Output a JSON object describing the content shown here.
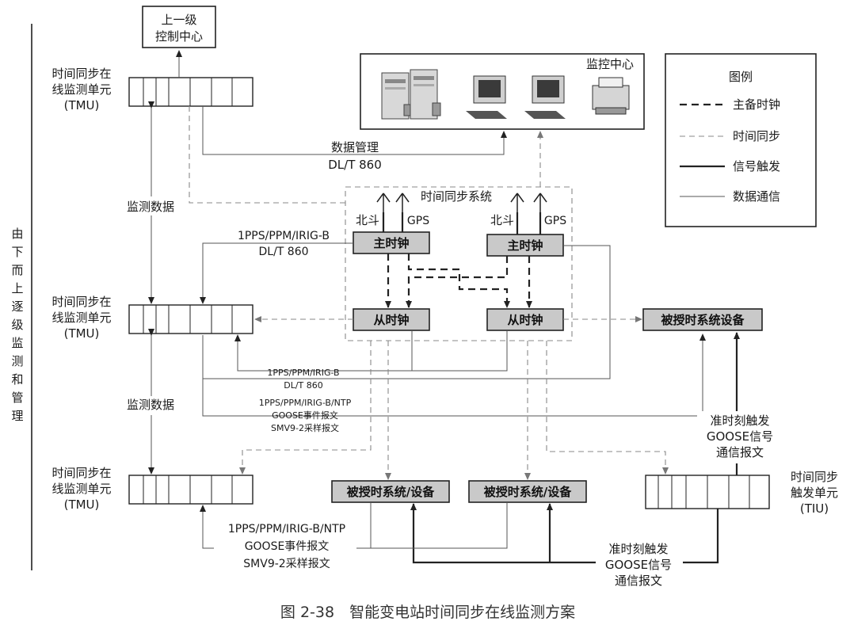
{
  "title_side": "由下而上逐级监测和管理",
  "upper_center": "上一级控制中心",
  "monitor_center": "监控中心",
  "tmu_label_line1": "时间同步在",
  "tmu_label_line2": "线监测单元",
  "tmu_label_line3": "(TMU)",
  "tiu_label_line1": "时间同步",
  "tiu_label_line2": "触发单元",
  "tiu_label_line3": "(TIU)",
  "sync_system": "时间同步系统",
  "beidou": "北斗",
  "gps": "GPS",
  "master_clock": "主时钟",
  "slave_clock": "从时钟",
  "timed_device_top": "被授时系统设备",
  "timed_device": "被授时系统/设备",
  "monitor_data": "监测数据",
  "data_mgmt_line1": "数据管理",
  "data_mgmt_line2": "DL/T 860",
  "pps_line1": "1PPS/PPM/IRIG-B",
  "pps_line2": "DL/T 860",
  "mid_pps_line1": "1PPS/PPM/IRIG-B",
  "mid_pps_line2": "DL/T 860",
  "mid_ntp_line1": "1PPS/PPM/IRIG-B/NTP",
  "mid_ntp_line2": "GOOSE事件报文",
  "mid_ntp_line3": "SMV9-2采样报文",
  "bottom_ntp_line1": "1PPS/PPM/IRIG-B/NTP",
  "bottom_ntp_line2": "GOOSE事件报文",
  "bottom_ntp_line3": "SMV9-2采样报文",
  "trigger_line1": "准时刻触发",
  "trigger_line2": "GOOSE信号",
  "trigger_line3": "通信报文",
  "trigger_bottom_line1": "准时刻触发",
  "trigger_bottom_line2": "GOOSE信号",
  "trigger_bottom_line3": "通信报文",
  "legend": {
    "title": "图例",
    "items": [
      "主备时钟",
      "时间同步",
      "信号触发",
      "数据通信"
    ]
  },
  "caption": "图 2-38　智能变电站时间同步在线监测方案"
}
